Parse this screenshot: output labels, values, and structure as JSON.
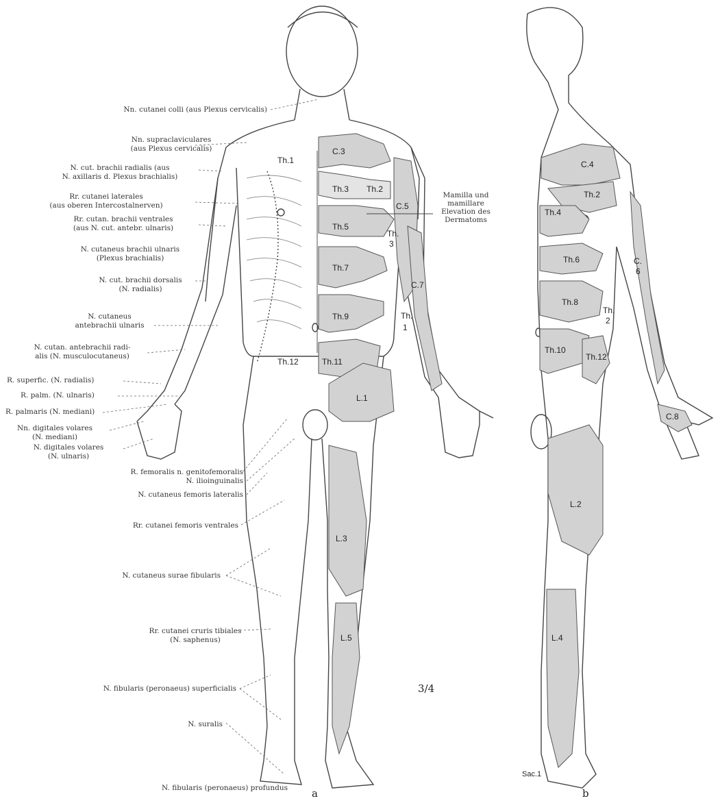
{
  "figure_a_caption": "a",
  "figure_b_caption": "b",
  "scale_note": "3/4",
  "left_labels": [
    {
      "line1": "Nn. cutanei colli (aus Plexus cervicalis)",
      "line2": ""
    },
    {
      "line1": "Nn. supraclaviculares",
      "line2": "(aus Plexus cervicalis)"
    },
    {
      "line1": "N. cut. brachii radialis (aus",
      "line2": "N. axillaris d. Plexus brachialis)"
    },
    {
      "line1": "Rr. cutanei laterales",
      "line2": "(aus oberen Intercostalnerven)"
    },
    {
      "line1": "Rr. cutan. brachii ventrales",
      "line2": "(aus N. cut. antebr. ulnaris)"
    },
    {
      "line1": "N. cutaneus brachii ulnaris",
      "line2": "(Plexus brachialis)"
    },
    {
      "line1": "N. cut. brachii dorsalis",
      "line2": "(N. radialis)"
    },
    {
      "line1": "N. cutaneus",
      "line2": "antebrachii ulnaris"
    },
    {
      "line1": "N. cutan. antebrachii radi-",
      "line2": "alis (N. musculocutaneus)"
    },
    {
      "line1": "R. superfic. (N. radialis)",
      "line2": ""
    },
    {
      "line1": "R. palm. (N. ulnaris)",
      "line2": ""
    },
    {
      "line1": "R. palmaris (N. mediani)",
      "line2": ""
    },
    {
      "line1": "Nn. digitales volares",
      "line2": "(N. mediani)"
    },
    {
      "line1": "N. digitales volares",
      "line2": "(N. ulnaris)"
    },
    {
      "line1": "R. femoralis n. genitofemoralis",
      "line2": ""
    },
    {
      "line1": "N. ilioinguinalis",
      "line2": ""
    },
    {
      "line1": "N. cutaneus femoris lateralis",
      "line2": ""
    },
    {
      "line1": "Rr. cutanei femoris ventrales",
      "line2": ""
    },
    {
      "line1": "N. cutaneus surae fibularis",
      "line2": ""
    },
    {
      "line1": "Rr. cutanei cruris tibiales",
      "line2": "(N. saphenus)"
    },
    {
      "line1": "N. fibularis (peronaeus) superficialis",
      "line2": ""
    },
    {
      "line1": "N. suralis",
      "line2": ""
    },
    {
      "line1": "N. fibularis (peronaeus) profundus",
      "line2": ""
    }
  ],
  "right_note": {
    "line1": "Mamilla und",
    "line2": "mamillare",
    "line3": "Elevation des",
    "line4": "Dermatoms"
  },
  "dermatomes_a": [
    "C.3",
    "Th.1",
    "Th.3",
    "Th.2",
    "C.5",
    "Th.5",
    "Th.",
    "3",
    "Th.7",
    "C.7",
    "Th.9",
    "Th.",
    "1",
    "Th.12",
    "Th.11",
    "L.1",
    "L.3",
    "L.5"
  ],
  "dermatomes_b": [
    "C.4",
    "Th.2",
    "Th.4",
    "Th.6",
    "C.",
    "6",
    "Th.8",
    "Th.",
    "2",
    "Th.10",
    "Th.12",
    "C.8",
    "L.2",
    "L.4",
    "Sac.1"
  ]
}
